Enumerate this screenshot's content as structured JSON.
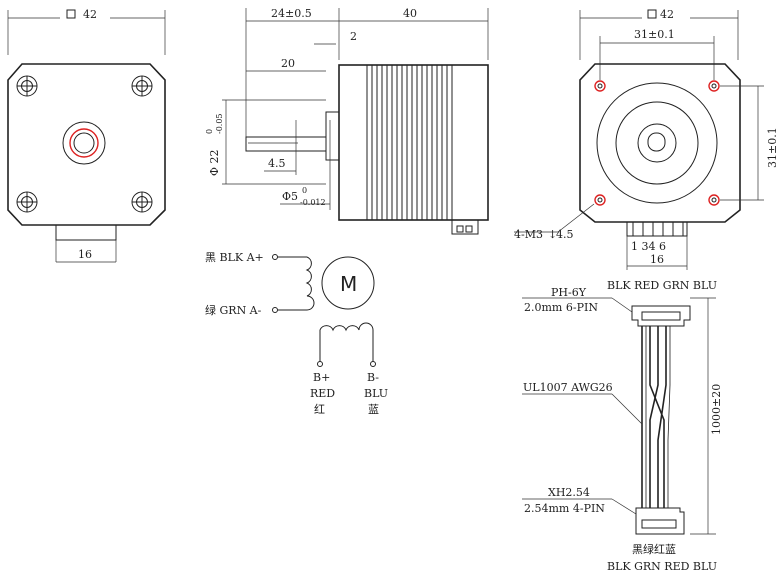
{
  "front_view": {
    "width_label": "42",
    "shaft_flat_label": "16"
  },
  "side_view": {
    "front_len_label": "24±0.5",
    "body_len_label": "40",
    "flange_label": "2",
    "shaft_len_label": "20",
    "boss_dia_label": "22",
    "boss_tol_top": "0",
    "boss_tol_bottom": "-0.05",
    "flat_depth_label": "4.5",
    "shaft_dia_label": "5",
    "shaft_tol_top": "0",
    "shaft_tol_bottom": "-0.012"
  },
  "back_view": {
    "width_label": "42",
    "hole_spacing_h": "31±0.1",
    "hole_spacing_v": "31±0.1",
    "thread_label": "4-M3",
    "thread_depth": "4.5",
    "pin_numbers": "1 34 6",
    "connector_width": "16"
  },
  "wiring": {
    "a_plus": "黑 BLK A+",
    "a_minus": "绿 GRN A-",
    "motor_symbol": "M",
    "b_plus_pin": "B+",
    "b_plus_color": "RED",
    "b_plus_cn": "红",
    "b_minus_pin": "B-",
    "b_minus_color": "BLU",
    "b_minus_cn": "蓝"
  },
  "cable": {
    "top_colors": "BLK RED GRN BLU",
    "connector1_name": "PH-6Y",
    "connector1_spec": "2.0mm 6-PIN",
    "wire_spec": "UL1007 AWG26",
    "length_label": "1000±20",
    "connector2_name": "XH2.54",
    "connector2_spec": "2.54mm 4-PIN",
    "bottom_cn": "黑绿红蓝",
    "bottom_colors": "BLK GRN RED BLU"
  }
}
